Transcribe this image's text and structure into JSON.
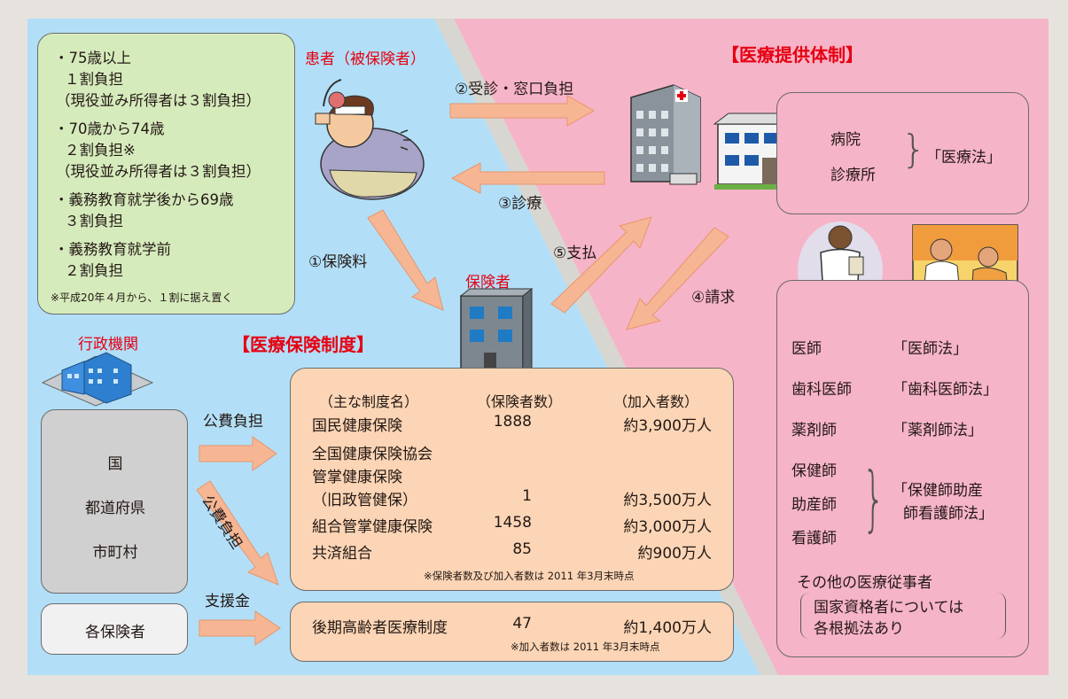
{
  "colors": {
    "blue_area": "#b2dff7",
    "pink_area": "#f6b4c8",
    "red_text": "#e60012",
    "arrow": "#f6b694"
  },
  "icons": [
    "patient-illustration-icon",
    "hospital-icon",
    "clinic-icon",
    "insurer-building-icon",
    "government-building-icon",
    "doctor-icon",
    "nurse-icon"
  ],
  "labels": {
    "patient": "患者（被保険者）",
    "insurer": "保険者",
    "admin": "行政機関",
    "insurance_system": "【医療保険制度】",
    "provider_system": "【医療提供体制】"
  },
  "flows": {
    "f1": "①保険料",
    "f2": "②受診・窓口負担",
    "f3": "③診療",
    "f4": "④請求",
    "f5": "⑤支払",
    "public1": "公費負担",
    "public2": "公費負担",
    "support": "支援金"
  },
  "age": {
    "l1": "・75歳以上",
    "l2": "１割負担",
    "l3": "（現役並み所得者は３割負担）",
    "l4": "・70歳から74歳",
    "l5": "２割負担※",
    "l6": "（現役並み所得者は３割負担）",
    "l7": "・義務教育就学後から69歳",
    "l8": "３割負担",
    "l9": "・義務教育就学前",
    "l10": "２割負担",
    "note": "※平成20年４月から、１割に据え置く"
  },
  "gov": {
    "a": "国",
    "b": "都道府県",
    "c": "市町村",
    "insurers": "各保険者"
  },
  "table": {
    "h_name": "（主な制度名）",
    "h_count": "（保険者数）",
    "h_members": "（加入者数）",
    "rows": [
      {
        "name": "国民健康保険",
        "count": "1888",
        "members": "約3,900万人"
      },
      {
        "name": "全国健康保険協会",
        "count": "",
        "members": ""
      },
      {
        "name": "管掌健康保険",
        "count": "",
        "members": ""
      },
      {
        "name": "（旧政管健保）",
        "count": "1",
        "members": "約3,500万人"
      },
      {
        "name": "組合管掌健康保険",
        "count": "1458",
        "members": "約3,000万人"
      },
      {
        "name": "共済組合",
        "count": "85",
        "members": "約900万人"
      }
    ],
    "note": "※保険者数及び加入者数は 2011 年3月末時点",
    "elder": {
      "name": "後期高齢者医療制度",
      "count": "47",
      "members": "約1,400万人",
      "note": "※加入者数は 2011 年3月末時点"
    }
  },
  "facility": {
    "hospital": "病院",
    "clinic": "診療所",
    "law": "「医療法」"
  },
  "staff": {
    "doctor": "医師",
    "doctor_law": "「医師法」",
    "dentist": "歯科医師",
    "dentist_law": "「歯科医師法」",
    "pharmacist": "薬剤師",
    "pharmacist_law": "「薬剤師法」",
    "phn": "保健師",
    "midwife": "助産師",
    "nurse": "看護師",
    "nurse_law1": "「保健師助産",
    "nurse_law2": "師看護師法」",
    "other": "その他の医療従事者",
    "other_n1": "国家資格者については",
    "other_n2": "各根拠法あり"
  }
}
